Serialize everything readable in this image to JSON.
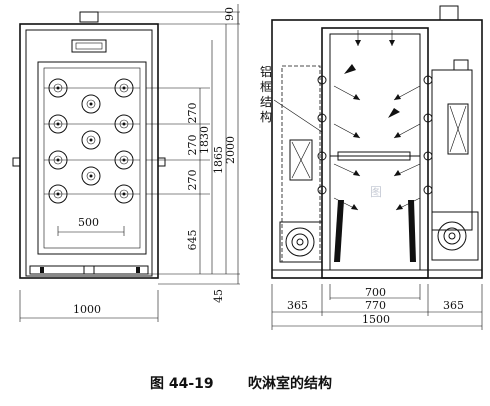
{
  "caption": {
    "figure_no": "图 44-19",
    "title": "吹淋室的结构"
  },
  "front_view": {
    "dim_width_total": "1000",
    "dim_nozzle_span": "500",
    "dim_top_offset": "90",
    "dim_spacing_1": "270",
    "dim_spacing_2": "270",
    "dim_spacing_3": "270",
    "dim_lower": "645",
    "dim_bottom_offset": "45",
    "dim_inner_height": "1830",
    "dim_mid_height": "1865",
    "dim_total_height": "2000"
  },
  "side_view": {
    "frame_label": [
      "铝",
      "框",
      "结",
      "构"
    ],
    "dim_left": "365",
    "dim_door_inner": "700",
    "dim_door_outer": "770",
    "dim_right": "365",
    "dim_width_total": "1500"
  },
  "watermark": "图"
}
